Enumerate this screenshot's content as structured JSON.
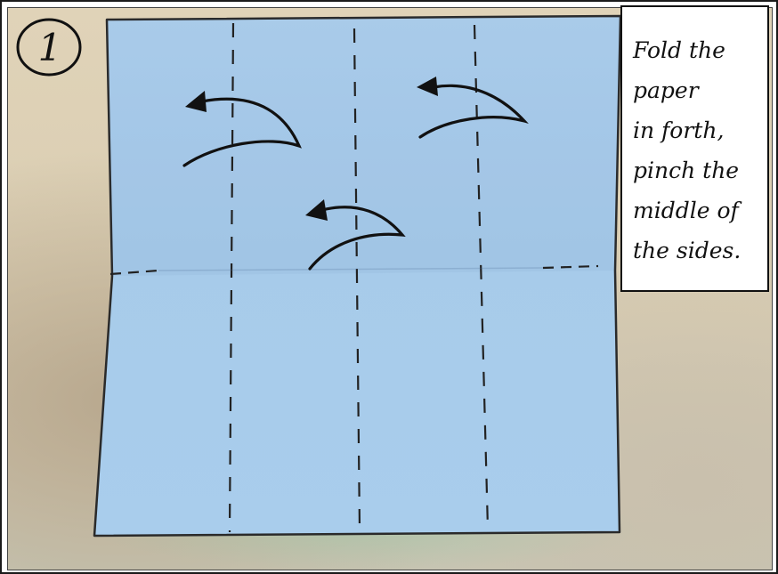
{
  "step": {
    "number": "1"
  },
  "caption": {
    "lines": [
      "Fold the",
      "paper",
      "in forth,",
      "pinch the",
      "middle of",
      "the sides."
    ]
  },
  "colors": {
    "paper": "#acd0ee",
    "background": "#ddd0b5",
    "ink": "#111111"
  },
  "illustration": {
    "icons": [
      "fold-arrow-icon",
      "fold-arrow-icon",
      "fold-arrow-icon"
    ]
  }
}
